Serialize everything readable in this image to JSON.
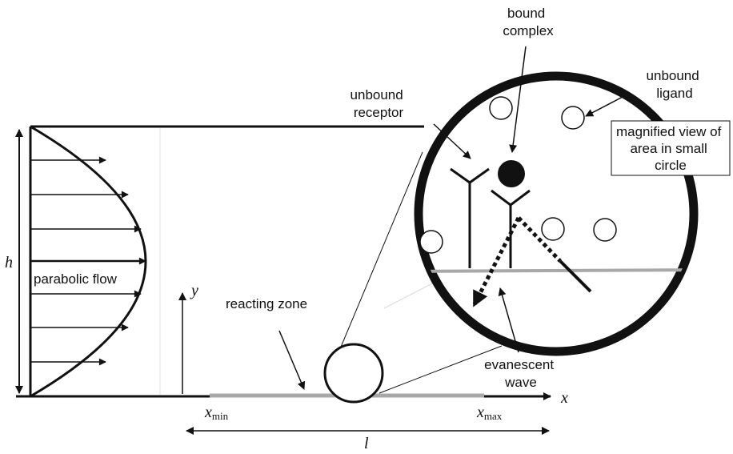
{
  "labels": {
    "bound_complex": [
      "bound",
      "complex"
    ],
    "unbound_receptor": [
      "unbound",
      "receptor"
    ],
    "unbound_ligand": [
      "unbound",
      "ligand"
    ],
    "magnified_view": [
      "magnified view of",
      "area in small",
      "circle"
    ],
    "parabolic_flow": "parabolic flow",
    "reacting_zone": "reacting zone",
    "evanescent_wave": [
      "evanescent",
      "wave"
    ]
  },
  "axes": {
    "h": "h",
    "y": "y",
    "x": "x",
    "l": "l",
    "x_min": {
      "base": "x",
      "sub": "min"
    },
    "x_max": {
      "base": "x",
      "sub": "max"
    }
  },
  "colors": {
    "ink": "#111111",
    "zone": "#a8a8a8",
    "faint": "#d6d6d6",
    "white": "#ffffff"
  }
}
